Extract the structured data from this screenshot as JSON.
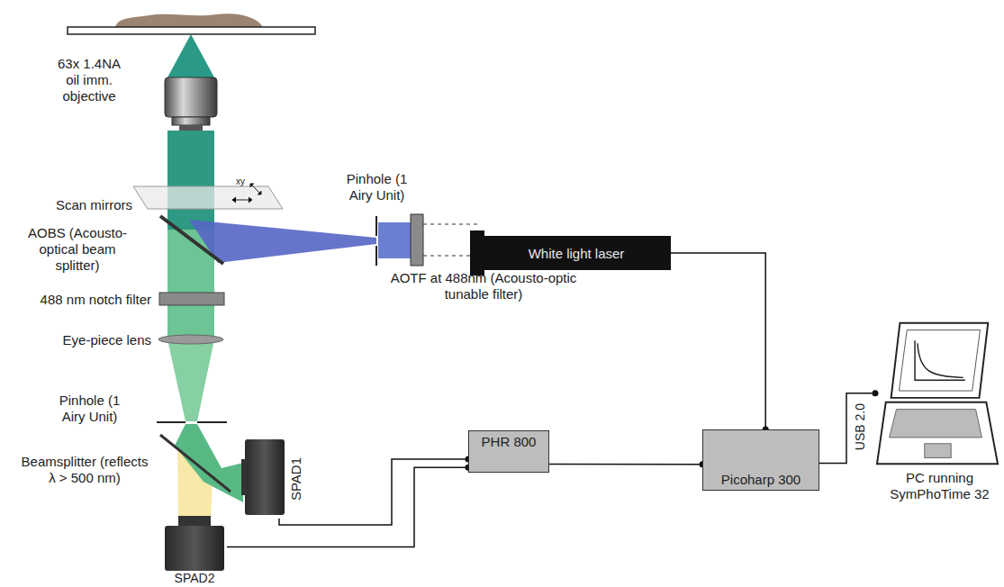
{
  "diagram": {
    "nodes": [
      {
        "text": [
          "White light laser"
        ]
      },
      {
        "text": [
          "PC running SymPhoTime 32"
        ]
      },
      {
        "text": [
          "SPAD1"
        ]
      },
      {
        "text": [
          "PHR 800"
        ]
      },
      {
        "text": [
          "Picoharp 300"
        ]
      },
      {
        "text": [
          "SPAD2"
        ]
      }
    ],
    "edges": [
      {
        "from": 2,
        "to": 3,
        "arrow": "none"
      },
      {
        "from": 5,
        "to": 3,
        "arrow": "none"
      },
      {
        "from": 3,
        "to": 4,
        "arrow": "none"
      },
      {
        "from": 0,
        "to": 4,
        "arrow": "none"
      },
      {
        "from": 4,
        "to": 1,
        "label": "USB 2.0",
        "arrow": "none"
      }
    ],
    "labels": [
      "63x 1.4NA oil imm. objective",
      "Scan mirrors",
      "xy",
      "Pinhole (1 Airy Unit)",
      "AOBS (Acousto-optical beam splitter)",
      "AOTF at 488nm (Acousto-optic tunable filter)",
      "488 nm notch filter",
      "Eye-piece lens",
      "Pinhole (1 Airy Unit)",
      "Beamsplitter (reflects λ > 500 nm)"
    ]
  }
}
